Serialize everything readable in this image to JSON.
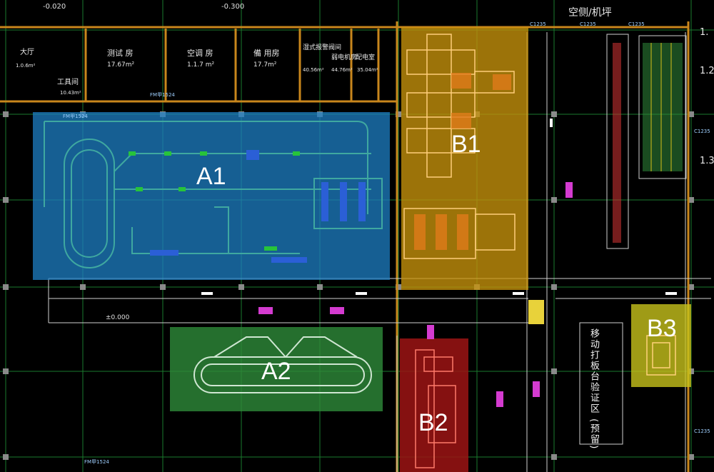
{
  "header": {
    "title": "空侧/机坪",
    "elevations": [
      "-0.020",
      "-0.300"
    ],
    "level_mark": "±0.000"
  },
  "rooms": [
    {
      "name": "测试 房",
      "area": "17.67m²"
    },
    {
      "name": "空调 房",
      "area": "1.1.7 m²"
    },
    {
      "name": "備 用房",
      "area": "17.7m²"
    },
    {
      "name": "湿式报警阀间",
      "area": "40.56m²"
    },
    {
      "name": "弱电机房",
      "area": "44.76m²"
    },
    {
      "name": "配电室",
      "area": "35.04m²"
    },
    {
      "name": "工具间",
      "area": "10.43m²"
    },
    {
      "name": "大厅",
      "area": "1.0.6m²"
    }
  ],
  "zones": [
    {
      "id": "A1",
      "color": "#1e7fc4"
    },
    {
      "id": "A2",
      "color": "#2e8b3a"
    },
    {
      "id": "B1",
      "color": "#c8940c"
    },
    {
      "id": "B2",
      "color": "#9c1414"
    },
    {
      "id": "B3",
      "color": "#c7c21c"
    }
  ],
  "notes": {
    "reserved_area": "移动打板台验证区 (预留)"
  },
  "grid_tags": [
    "C1235",
    "C1235",
    "C1235",
    "C1235",
    "C1235",
    "FM甲1524",
    "FM甲1524",
    "FM甲1524"
  ],
  "edge_numbers": [
    "1.",
    "1.2",
    "1.3"
  ],
  "colors": {
    "background": "#000000",
    "wall": "#c8861c",
    "grid": "#1a7a2e",
    "conveyor": "#3fa8a0"
  }
}
